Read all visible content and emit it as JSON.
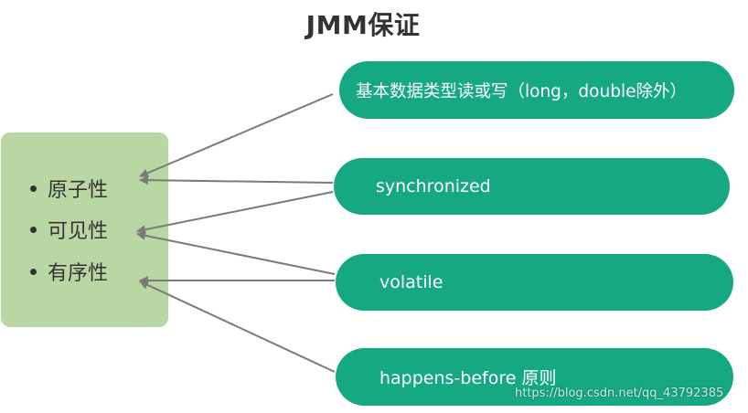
{
  "title": "JMM保证",
  "properties": [
    {
      "label": "原子性"
    },
    {
      "label": "可见性"
    },
    {
      "label": "有序性"
    }
  ],
  "mechanisms": [
    {
      "label": "基本数据类型读或写（long，double除外）"
    },
    {
      "label": "synchronized"
    },
    {
      "label": "volatile"
    },
    {
      "label": "happens-before 原则"
    }
  ],
  "watermark": "https://blog.csdn.net/qq_43792385",
  "colors": {
    "property_box": "#b9d7a3",
    "pill": "#15a882",
    "arrow": "#7a7a7a",
    "text": "#333333"
  },
  "connections": [
    {
      "from": "基本数据类型读或写（long，double除外）",
      "to": "原子性"
    },
    {
      "from": "synchronized",
      "to": "原子性"
    },
    {
      "from": "synchronized",
      "to": "可见性"
    },
    {
      "from": "volatile",
      "to": "可见性"
    },
    {
      "from": "volatile",
      "to": "有序性"
    },
    {
      "from": "happens-before 原则",
      "to": "有序性"
    }
  ]
}
